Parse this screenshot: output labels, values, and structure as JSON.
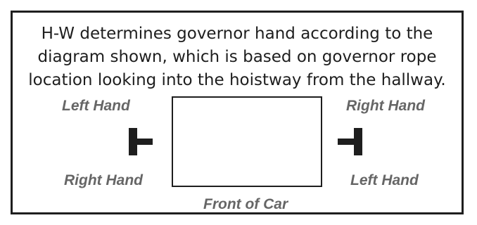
{
  "description": {
    "lines": [
      "H-W determines governor hand according to the",
      "diagram shown, which is based on governor rope",
      "location looking into the hoistway from the hallway."
    ]
  },
  "diagram": {
    "labels": {
      "left_top": "Left Hand",
      "left_bottom": "Right Hand",
      "right_top": "Right Hand",
      "right_bottom": "Left Hand",
      "bottom": "Front of Car"
    },
    "colors": {
      "text": "#1e1e1e",
      "label": "#666666",
      "line": "#1e1e1e"
    },
    "icons": [
      "left-rail-tee-icon",
      "right-rail-tee-icon"
    ]
  }
}
